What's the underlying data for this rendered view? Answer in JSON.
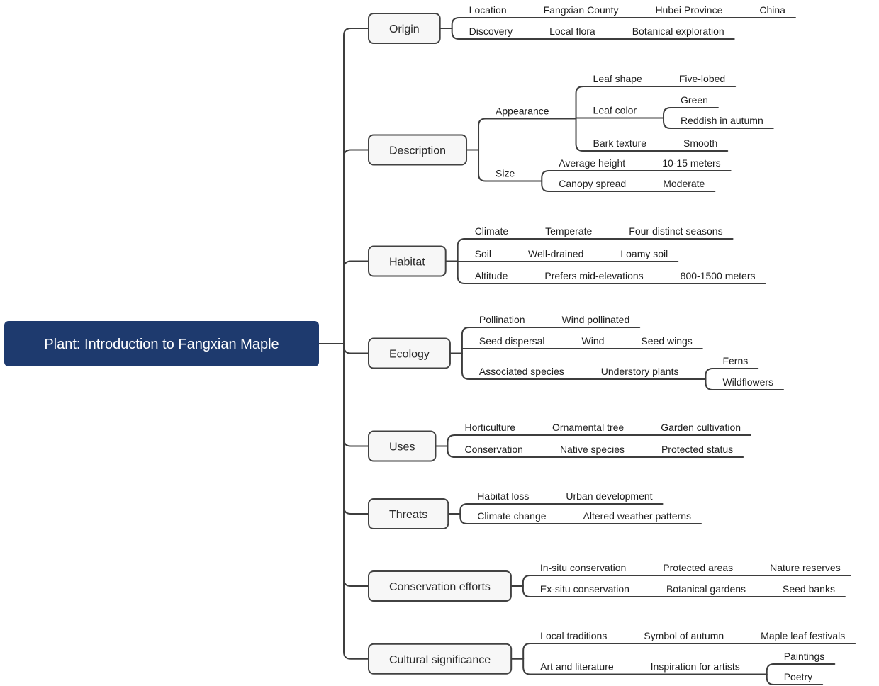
{
  "mindmap": {
    "colors": {
      "root_fill": "#1e3a6e",
      "root_text": "#ffffff",
      "node_fill": "#f7f7f7",
      "node_border": "#424242",
      "link": "#3d3d3d",
      "text": "#1c1c1c"
    },
    "root": {
      "label": "Plant: Introduction to Fangxian Maple",
      "children": [
        {
          "label": "Origin",
          "children": [
            {
              "label": "Location",
              "children": [
                {
                  "label": "Fangxian County",
                  "children": [
                    {
                      "label": "Hubei Province",
                      "children": [
                        {
                          "label": "China"
                        }
                      ]
                    }
                  ]
                }
              ]
            },
            {
              "label": "Discovery",
              "children": [
                {
                  "label": "Local flora",
                  "children": [
                    {
                      "label": "Botanical exploration"
                    }
                  ]
                }
              ]
            }
          ]
        },
        {
          "label": "Description",
          "children": [
            {
              "label": "Appearance",
              "children": [
                {
                  "label": "Leaf shape",
                  "children": [
                    {
                      "label": "Five-lobed"
                    }
                  ]
                },
                {
                  "label": "Leaf color",
                  "children": [
                    {
                      "label": "Green"
                    },
                    {
                      "label": "Reddish in autumn"
                    }
                  ]
                },
                {
                  "label": "Bark texture",
                  "children": [
                    {
                      "label": "Smooth"
                    }
                  ]
                }
              ]
            },
            {
              "label": "Size",
              "children": [
                {
                  "label": "Average height",
                  "children": [
                    {
                      "label": "10-15 meters"
                    }
                  ]
                },
                {
                  "label": "Canopy spread",
                  "children": [
                    {
                      "label": "Moderate"
                    }
                  ]
                }
              ]
            }
          ]
        },
        {
          "label": "Habitat",
          "children": [
            {
              "label": "Climate",
              "children": [
                {
                  "label": "Temperate",
                  "children": [
                    {
                      "label": "Four distinct seasons"
                    }
                  ]
                }
              ]
            },
            {
              "label": "Soil",
              "children": [
                {
                  "label": "Well-drained",
                  "children": [
                    {
                      "label": "Loamy soil"
                    }
                  ]
                }
              ]
            },
            {
              "label": "Altitude",
              "children": [
                {
                  "label": "Prefers mid-elevations",
                  "children": [
                    {
                      "label": "800-1500 meters"
                    }
                  ]
                }
              ]
            }
          ]
        },
        {
          "label": "Ecology",
          "children": [
            {
              "label": "Pollination",
              "children": [
                {
                  "label": "Wind pollinated"
                }
              ]
            },
            {
              "label": "Seed dispersal",
              "children": [
                {
                  "label": "Wind",
                  "children": [
                    {
                      "label": "Seed wings"
                    }
                  ]
                }
              ]
            },
            {
              "label": "Associated species",
              "children": [
                {
                  "label": "Understory plants",
                  "children": [
                    {
                      "label": "Ferns"
                    },
                    {
                      "label": "Wildflowers"
                    }
                  ]
                }
              ]
            }
          ]
        },
        {
          "label": "Uses",
          "children": [
            {
              "label": "Horticulture",
              "children": [
                {
                  "label": "Ornamental tree",
                  "children": [
                    {
                      "label": "Garden cultivation"
                    }
                  ]
                }
              ]
            },
            {
              "label": "Conservation",
              "children": [
                {
                  "label": "Native species",
                  "children": [
                    {
                      "label": "Protected status"
                    }
                  ]
                }
              ]
            }
          ]
        },
        {
          "label": "Threats",
          "children": [
            {
              "label": "Habitat loss",
              "children": [
                {
                  "label": "Urban development"
                }
              ]
            },
            {
              "label": "Climate change",
              "children": [
                {
                  "label": "Altered weather patterns"
                }
              ]
            }
          ]
        },
        {
          "label": "Conservation efforts",
          "children": [
            {
              "label": "In-situ conservation",
              "children": [
                {
                  "label": "Protected areas",
                  "children": [
                    {
                      "label": "Nature reserves"
                    }
                  ]
                }
              ]
            },
            {
              "label": "Ex-situ conservation",
              "children": [
                {
                  "label": "Botanical gardens",
                  "children": [
                    {
                      "label": "Seed banks"
                    }
                  ]
                }
              ]
            }
          ]
        },
        {
          "label": "Cultural significance",
          "children": [
            {
              "label": "Local traditions",
              "children": [
                {
                  "label": "Symbol of autumn",
                  "children": [
                    {
                      "label": "Maple leaf festivals"
                    }
                  ]
                }
              ]
            },
            {
              "label": "Art and literature",
              "children": [
                {
                  "label": "Inspiration for artists",
                  "children": [
                    {
                      "label": "Paintings"
                    },
                    {
                      "label": "Poetry"
                    }
                  ]
                }
              ]
            }
          ]
        }
      ]
    }
  }
}
